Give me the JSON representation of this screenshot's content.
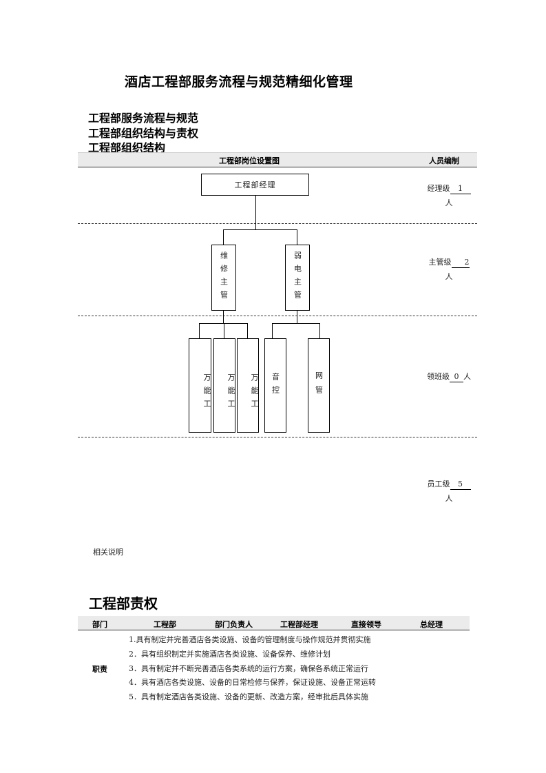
{
  "doc_title": "酒店工程部服务流程与规范精细化管理",
  "headings": [
    "工程部服务流程与规范",
    "工程部组织结构与责权",
    "工程部组织结构"
  ],
  "org_chart": {
    "header_title": "工程部岗位设置图",
    "header_staffing": "人员编制",
    "manager_box": "工程部经理",
    "supervisors": [
      {
        "chars": "维修主管"
      },
      {
        "chars": "弱电主管"
      }
    ],
    "staff": [
      {
        "chars": "万能工"
      },
      {
        "chars": "万能工"
      },
      {
        "chars": "万能工"
      },
      {
        "chars": "音控"
      },
      {
        "chars": "网管"
      }
    ],
    "levels": [
      {
        "label": "经理级",
        "count": "1",
        "unit": "人"
      },
      {
        "label": "主管级",
        "count": "2",
        "unit": "人"
      },
      {
        "label": "领班级",
        "count": "0",
        "unit": "人"
      },
      {
        "label": "员工级",
        "count": "5",
        "unit": "人"
      }
    ]
  },
  "note": "相关说明",
  "responsibility": {
    "title": "工程部责权",
    "header": [
      "部门",
      "工程部",
      "部门负责人",
      "工程部经理",
      "直接领导",
      "总经理"
    ],
    "duty_label": "职责",
    "duties": [
      "1.具有制定并完善酒店各类设施、设备的管理制度与操作规范并贯彻实施",
      "2．具有组织制定并实施酒店各类设施、设备保养、维修计划",
      "3．具有制定并不断完善酒店各类系统的运行方案，确保各系统正常运行",
      "4．具有酒店各类设施、设备的日常检修与保养，保证设施、设备正常运转",
      "5．具有制定酒店各类设施、设备的更新、改造方案，经审批后具体实施"
    ]
  }
}
